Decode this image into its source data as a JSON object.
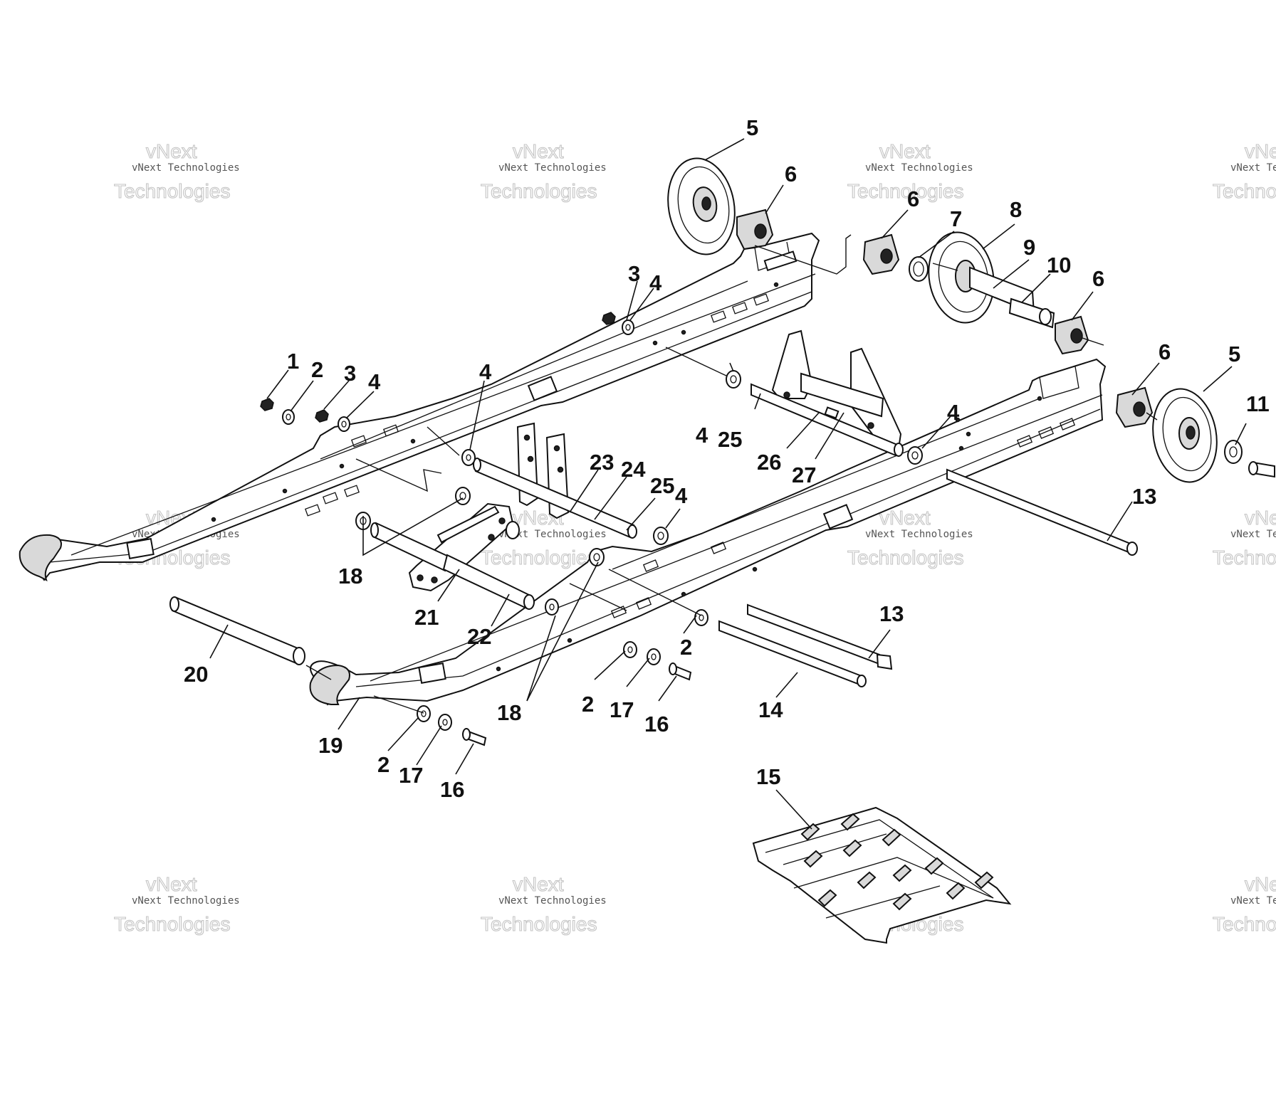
{
  "watermark": {
    "brand": "vNext",
    "line": "vNext Technologies",
    "big": "Technologies"
  },
  "callouts": [
    {
      "id": "c1",
      "label": "1"
    },
    {
      "id": "c2a",
      "label": "2"
    },
    {
      "id": "c3a",
      "label": "3"
    },
    {
      "id": "c4a",
      "label": "4"
    },
    {
      "id": "c3b",
      "label": "3"
    },
    {
      "id": "c4b",
      "label": "4"
    },
    {
      "id": "c4c",
      "label": "4"
    },
    {
      "id": "c5a",
      "label": "5"
    },
    {
      "id": "c6a",
      "label": "6"
    },
    {
      "id": "c6b",
      "label": "6"
    },
    {
      "id": "c7",
      "label": "7"
    },
    {
      "id": "c8",
      "label": "8"
    },
    {
      "id": "c9",
      "label": "9"
    },
    {
      "id": "c10",
      "label": "10"
    },
    {
      "id": "c6c",
      "label": "6"
    },
    {
      "id": "c6d",
      "label": "6"
    },
    {
      "id": "c5b",
      "label": "5"
    },
    {
      "id": "c11",
      "label": "11"
    },
    {
      "id": "c4d",
      "label": "4"
    },
    {
      "id": "c25a",
      "label": "25"
    },
    {
      "id": "c26",
      "label": "26"
    },
    {
      "id": "c27",
      "label": "27"
    },
    {
      "id": "c4e",
      "label": "4"
    },
    {
      "id": "c23",
      "label": "23"
    },
    {
      "id": "c24",
      "label": "24"
    },
    {
      "id": "c25b",
      "label": "25"
    },
    {
      "id": "c4f",
      "label": "4"
    },
    {
      "id": "c18a",
      "label": "18"
    },
    {
      "id": "c21",
      "label": "21"
    },
    {
      "id": "c22",
      "label": "22"
    },
    {
      "id": "c20",
      "label": "20"
    },
    {
      "id": "c13a",
      "label": "13"
    },
    {
      "id": "c13b",
      "label": "13"
    },
    {
      "id": "c2b",
      "label": "2"
    },
    {
      "id": "c2c",
      "label": "2"
    },
    {
      "id": "c17a",
      "label": "17"
    },
    {
      "id": "c16a",
      "label": "16"
    },
    {
      "id": "c18b",
      "label": "18"
    },
    {
      "id": "c14",
      "label": "14"
    },
    {
      "id": "c19",
      "label": "19"
    },
    {
      "id": "c2d",
      "label": "2"
    },
    {
      "id": "c17b",
      "label": "17"
    },
    {
      "id": "c16b",
      "label": "16"
    },
    {
      "id": "c15",
      "label": "15"
    }
  ]
}
